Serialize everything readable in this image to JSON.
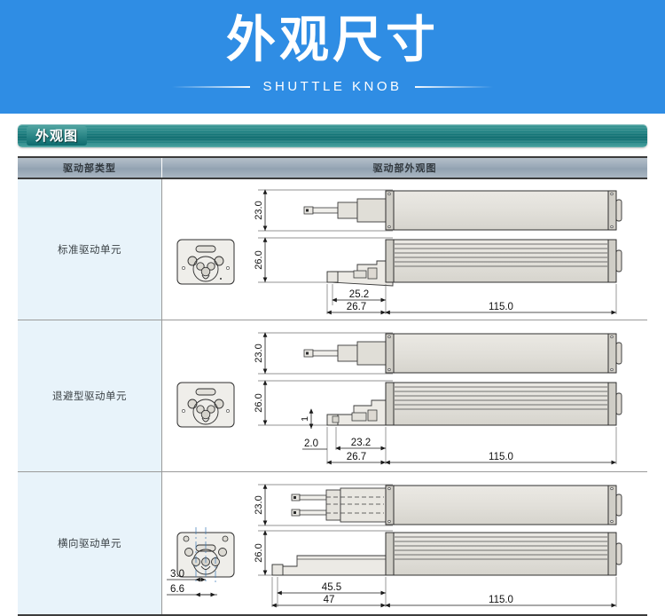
{
  "banner": {
    "title": "外观尺寸",
    "subtitle": "SHUTTLE KNOB",
    "bg_color": "#2f8de4"
  },
  "section": {
    "title": "外观图",
    "bar_color": "#1c7f80"
  },
  "table": {
    "headers": {
      "type": "驱动部类型",
      "drawing": "驱动部外观图"
    },
    "header_bg": "#9aa9b7",
    "type_cell_bg": "#e8f3fa",
    "rows": [
      {
        "type": "标准驱动单元",
        "dimensions": {
          "top_height": "23.0",
          "side_height": "26.0",
          "inner_length": "25.2",
          "front_length": "26.7",
          "body_length": "115.0"
        },
        "dim_labels": [
          "23.0",
          "26.0",
          "25.2",
          "26.7",
          "115.0"
        ]
      },
      {
        "type": "退避型驱动单元",
        "dimensions": {
          "top_height": "23.0",
          "side_height": "26.0",
          "small_vertical": "1",
          "offset": "2.0",
          "inner_length": "23.2",
          "front_length": "26.7",
          "body_length": "115.0"
        },
        "dim_labels": [
          "23.0",
          "26.0",
          "1",
          "2.0",
          "23.2",
          "26.7",
          "115.0"
        ]
      },
      {
        "type": "横向驱动单元",
        "dimensions": {
          "top_height": "23.0",
          "side_height": "26.0",
          "face_offset": "3.0",
          "face_width": "6.6",
          "inner_length": "45.5",
          "front_length": "47",
          "body_length": "115.0"
        },
        "dim_labels": [
          "23.0",
          "26.0",
          "3.0",
          "6.6",
          "45.5",
          "47",
          "115.0"
        ]
      }
    ]
  }
}
